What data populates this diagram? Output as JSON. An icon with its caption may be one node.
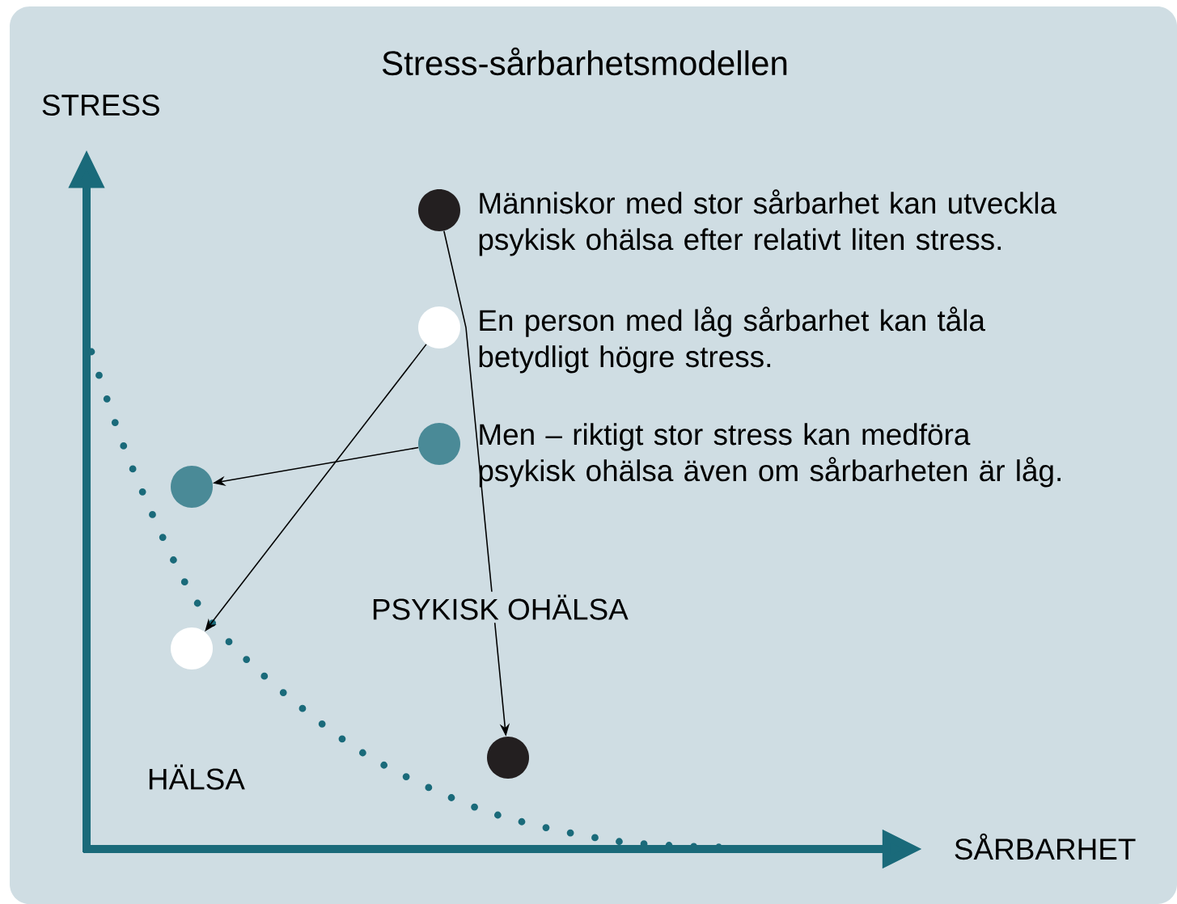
{
  "diagram": {
    "title": "Stress-sårbarhetsmodellen",
    "nodes": [
      {
        "text": [],
        "shape": "circle",
        "beside": [
          "Människor med stor sårbarhet kan utveckla psykisk ohälsa efter relativt liten stress."
        ]
      },
      {
        "text": [],
        "shape": "circle",
        "beside": [
          "En person med låg sårbarhet kan tåla betydligt högre stress."
        ]
      },
      {
        "text": [],
        "shape": "circle",
        "beside": [
          "Men – riktigt stor stress kan medföra psykisk ohälsa även om sårbarheten är låg."
        ]
      },
      {
        "text": [],
        "shape": "circle"
      },
      {
        "text": [],
        "shape": "circle"
      },
      {
        "text": [],
        "shape": "circle"
      }
    ],
    "edges": [
      {
        "from": 0,
        "to": 5,
        "arrow": "to"
      },
      {
        "from": 1,
        "to": 4,
        "arrow": "to"
      },
      {
        "from": 2,
        "to": 3,
        "arrow": "to"
      }
    ],
    "labels": [
      "STRESS",
      "PSYKISK OHÄLSA",
      "HÄLSA",
      "SÅRBARHET"
    ]
  }
}
